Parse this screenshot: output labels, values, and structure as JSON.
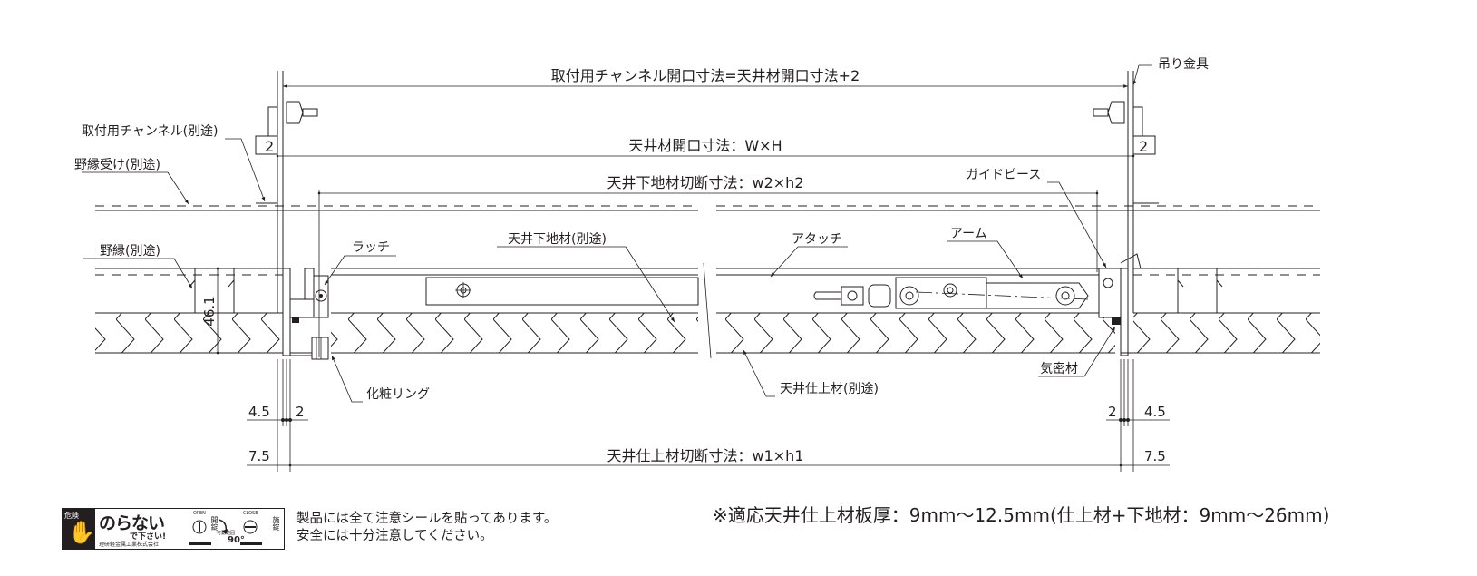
{
  "labels": {
    "channel_opening": "取付用チャンネル開口寸法=天井材開口寸法+2",
    "hanger": "吊り金具",
    "channel_sep": "取付用チャンネル(別途)",
    "ceiling_opening": "天井材開口寸法：W×H",
    "nobuchi_uke": "野縁受け(別途)",
    "sub_cut": "天井下地材切断寸法：w2×h2",
    "guide_piece": "ガイドピース",
    "nobuchi": "野縁(別途)",
    "latch": "ラッチ",
    "sub_material": "天井下地材(別途)",
    "attach": "アタッチ",
    "arm": "アーム",
    "cosmetic_ring": "化粧リング",
    "finish_material": "天井仕上材(別途)",
    "airtight": "気密材",
    "finish_cut": "天井仕上材切断寸法：w1×h1"
  },
  "dims": {
    "d2_left": "2",
    "d2_right": "2",
    "d46": "46.1",
    "d45_left": "4.5",
    "d2_left_b": "2",
    "d2_right_b": "2",
    "d45_right": "4.5",
    "d75_left": "7.5",
    "d75_right": "7.5"
  },
  "warning_label": {
    "danger": "危険",
    "main": "のらない",
    "please": "で下さい!",
    "maker": "理研軽金属工業株式会社",
    "open": "OPEN",
    "close": "CLOSE",
    "open_chars": "開錠",
    "close_chars": "施錠",
    "angle_caption": "可動範囲",
    "angle": "90°"
  },
  "warning_text": {
    "line1": "製品には全て注意シールを貼ってあります。",
    "line2": "安全には十分注意してください。"
  },
  "note": "※適応天井仕上材板厚：9mm〜12.5mm(仕上材+下地材：9mm〜26mm)"
}
